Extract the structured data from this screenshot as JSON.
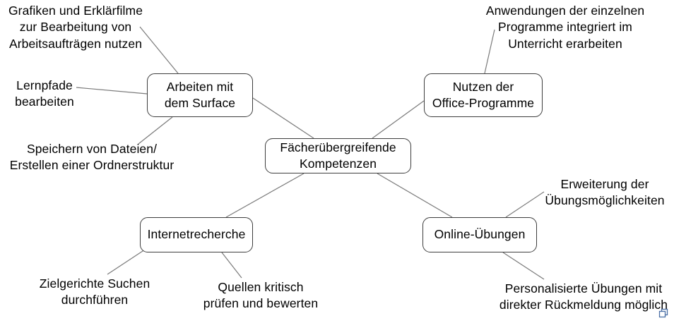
{
  "diagram": {
    "type": "mind-map",
    "title": "Fächerübergreifende Kompetenzen",
    "background_color": "#ffffff",
    "node_border_color": "#3d3d3d",
    "text_color": "#000000",
    "edge_color": "#7a7a7a",
    "center": {
      "id": "center",
      "label": "Fächerübergreifende\nKompetenzen"
    },
    "branches": [
      {
        "id": "arbeiten-mit-dem-surface",
        "label": "Arbeiten mit\ndem Surface",
        "leaves": [
          {
            "id": "grafiken-erklaerfilme",
            "label": "Grafiken und Erklärfilme\nzur Bearbeitung von\nArbeitsaufträgen nutzen"
          },
          {
            "id": "lernpfade-bearbeiten",
            "label": "Lernpfade\nbearbeiten"
          },
          {
            "id": "speichern-von-dateien",
            "label": "Speichern von Dateien/\nErstellen einer Ordnerstruktur"
          }
        ]
      },
      {
        "id": "nutzen-der-office-programme",
        "label": "Nutzen der\nOffice-Programme",
        "leaves": [
          {
            "id": "anwendungen-der-einzelnen-programme",
            "label": "Anwendungen der einzelnen\nProgramme integriert im\nUnterricht erarbeiten"
          }
        ]
      },
      {
        "id": "internetrecherche",
        "label": "Internetrecherche",
        "leaves": [
          {
            "id": "zielgerichte-suchen",
            "label": "Zielgerichte Suchen\ndurchführen"
          },
          {
            "id": "quellen-kritisch-pruefen",
            "label": "Quellen kritisch\nprüfen und bewerten"
          }
        ]
      },
      {
        "id": "online-uebungen",
        "label": "Online-Übungen",
        "leaves": [
          {
            "id": "erweiterung-der-uebungsmoeglichkeiten",
            "label": "Erweiterung der\nÜbungsmöglichkeiten"
          },
          {
            "id": "personalisierte-uebungen",
            "label": "Personalisierte Übungen mit\ndirekter Rückmeldung möglich"
          }
        ]
      }
    ],
    "corner_icon": {
      "name": "restore-window-icon",
      "color": "#4a6fa5"
    }
  }
}
